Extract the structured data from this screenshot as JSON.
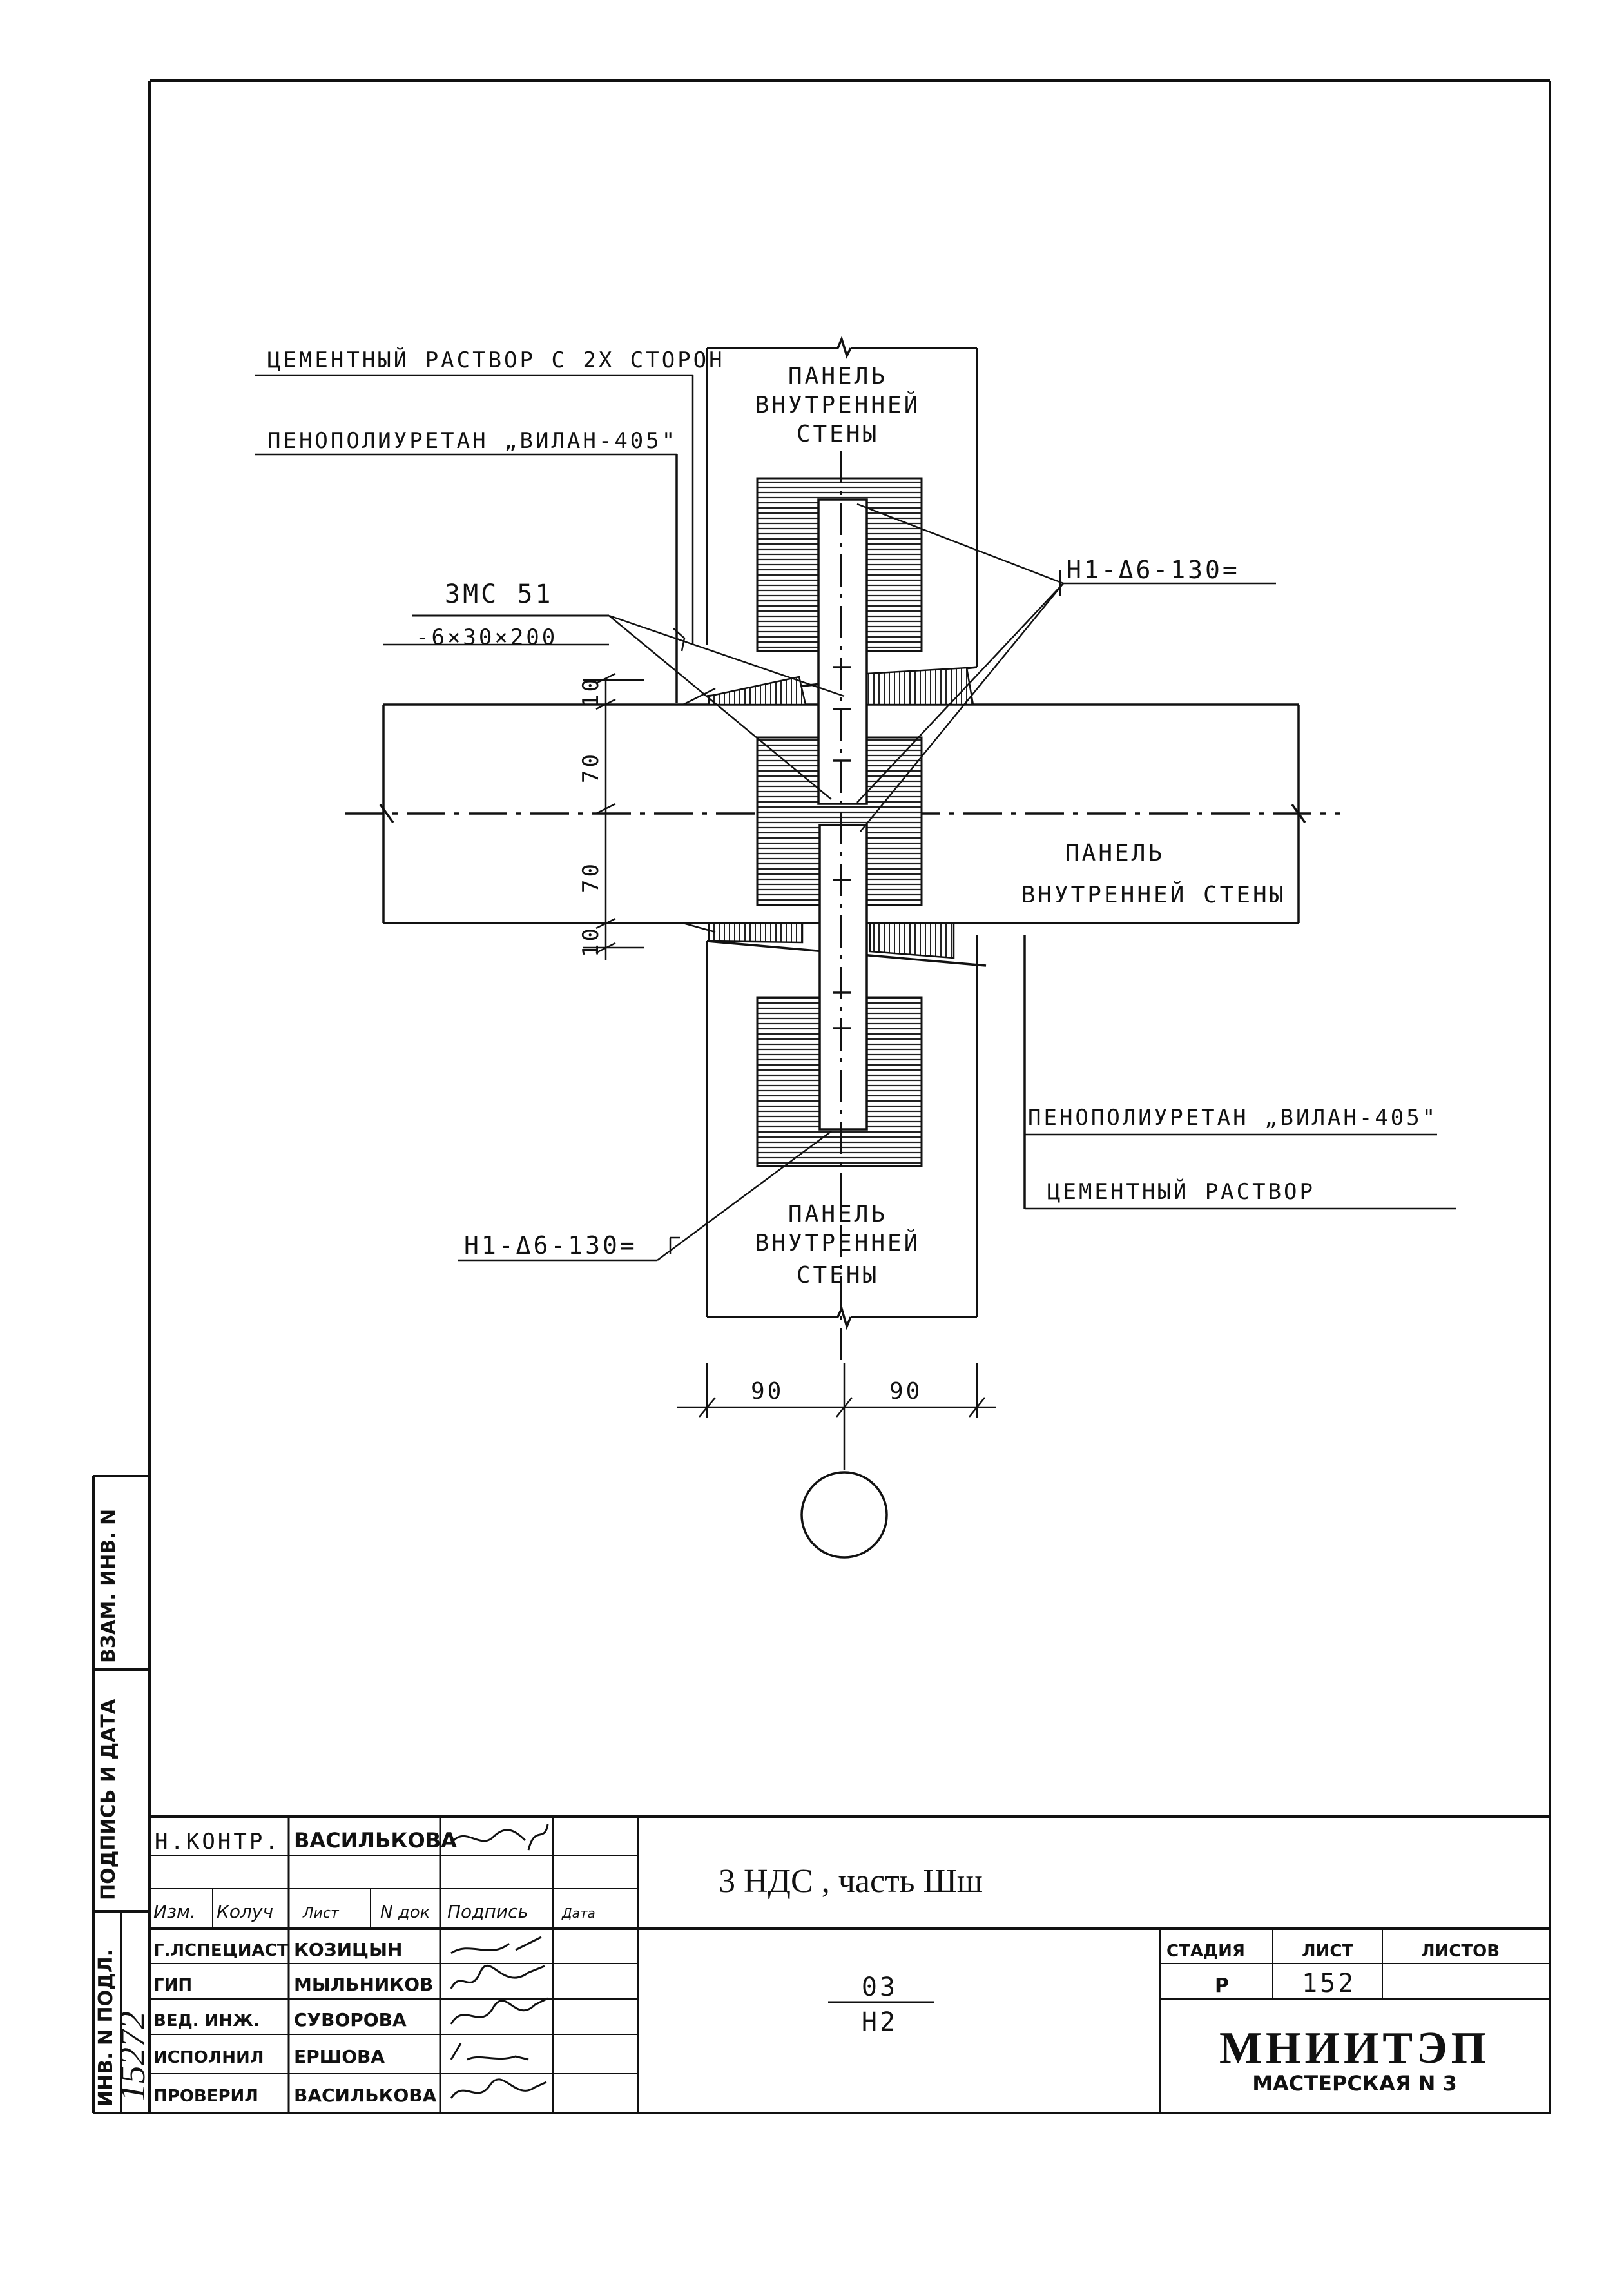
{
  "drawing": {
    "labels": {
      "cement_both_sides": "ЦЕМЕНТНЫЙ РАСТВОР С 2Х СТОРОН",
      "foam_top": "ПЕНОПОЛИУРЕТАН „ВИЛАН-405\"",
      "zmc_top": "ЗМС 51",
      "zmc_bottom": "-6×30×200",
      "rebar_right": "Н1-Δ6-130=",
      "rebar_left": "Н1-Δ6-130=",
      "foam_right": "ПЕНОПОЛИУРЕТАН „ВИЛАН-405\"",
      "cement_right": "ЦЕМЕНТНЫЙ РАСТВОР"
    },
    "panel_top": [
      "ПАНЕЛЬ",
      "ВНУТРЕННЕЙ",
      "СТЕНЫ"
    ],
    "panel_mid": [
      "ПАНЕЛЬ",
      "ВНУТРЕННЕЙ СТЕНЫ"
    ],
    "panel_bottom": [
      "ПАНЕЛЬ",
      "ВНУТРЕННЕЙ",
      "СТЕНЫ"
    ],
    "dims": {
      "v10_top": "10",
      "v70_top": "70",
      "v70_bottom": "70",
      "v10_bottom": "10",
      "h90_left": "90",
      "h90_right": "90"
    }
  },
  "side_stamp": {
    "inv_podl": "ИНВ. N ПОДЛ.",
    "podpis_data": "ПОДПИСЬ И ДАТА",
    "vzam_inv": "ВЗАМ. ИНВ. N",
    "inv_number": "15272"
  },
  "title_block": {
    "n_kontr_role": "Н.КОНТР.",
    "n_kontr_name": "ВАСИЛЬКОВА",
    "hdr_izm": "Изм.",
    "hdr_koluch": "Колуч",
    "hdr_list": "Лист",
    "hdr_ndok": "N док",
    "hdr_podpis": "Подпись",
    "hdr_data": "Дата",
    "rows": [
      {
        "role": "Г.ЛСПЕЦИАСТ",
        "name": "КОЗИЦЫН"
      },
      {
        "role": "ГИП",
        "name": "МЫЛЬНИКОВ"
      },
      {
        "role": "ВЕД. ИНЖ.",
        "name": "СУВОРОВА"
      },
      {
        "role": "ИСПОЛНИЛ",
        "name": "ЕРШОВА"
      },
      {
        "role": "ПРОВЕРИЛ",
        "name": "ВАСИЛЬКОВА"
      }
    ],
    "title": "3 НДС , часть Шш",
    "code_top": "03",
    "code_bottom": "Н2",
    "stage_hdr": "СТАДИЯ",
    "sheet_hdr": "ЛИСТ",
    "sheets_hdr": "ЛИСТОВ",
    "stage": "Р",
    "sheet": "152",
    "sheets": "",
    "org": "МНИИТЭП",
    "org_sub": "МАСТЕРСКАЯ N 3"
  }
}
